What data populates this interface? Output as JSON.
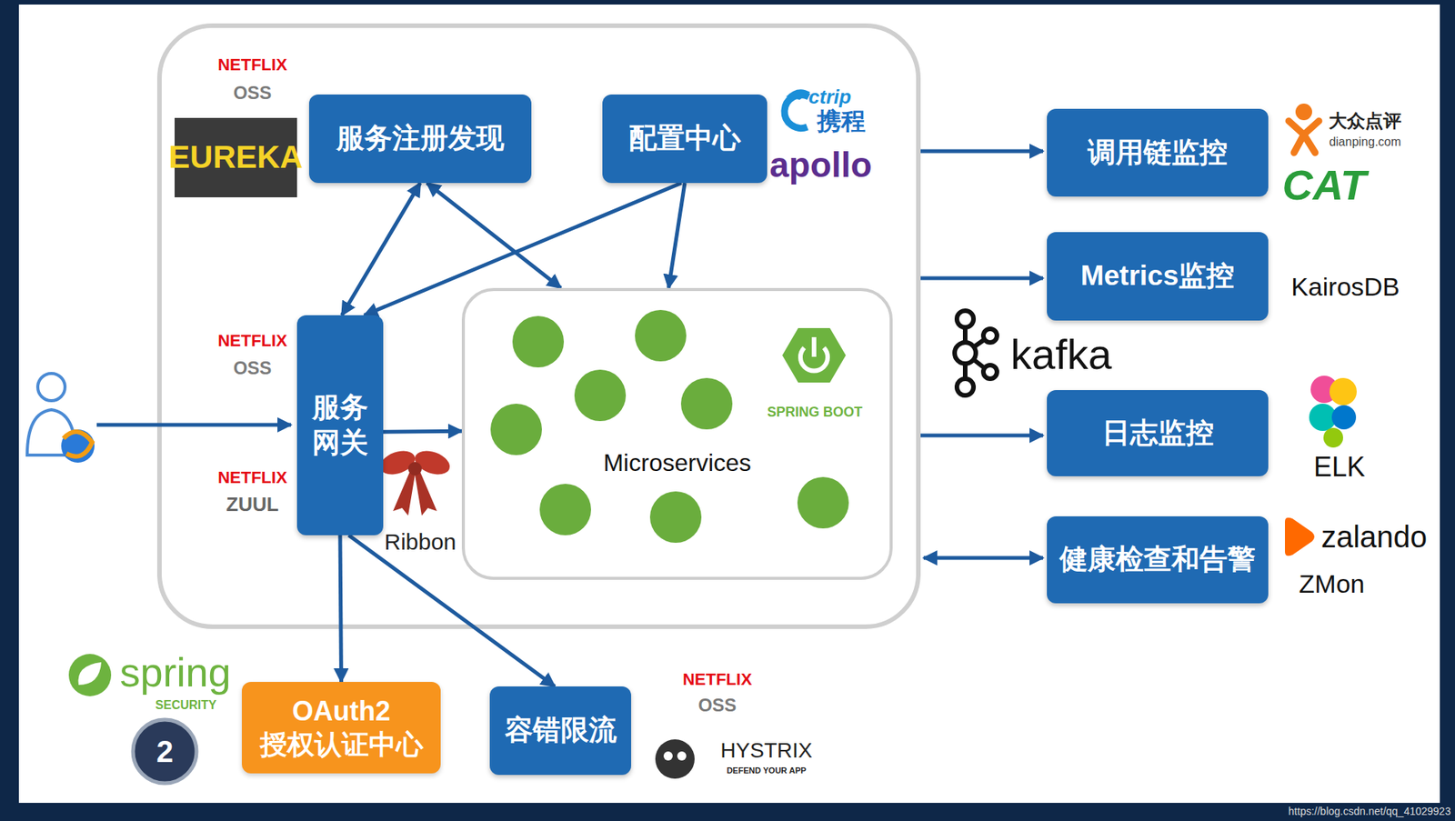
{
  "diagram": {
    "nodes": [
      {
        "text": [
          "服务注册发现"
        ]
      },
      {
        "text": [
          "配置中心"
        ]
      },
      {
        "text": [
          "服务网关"
        ]
      },
      {
        "text": [
          "Microservices"
        ]
      },
      {
        "text": [
          "OAuth2 授权认证中心"
        ]
      },
      {
        "text": [
          "容错限流"
        ]
      },
      {
        "text": [
          "调用链监控"
        ]
      },
      {
        "text": [
          "Metrics监控"
        ]
      },
      {
        "text": [
          "日志监控"
        ]
      },
      {
        "text": [
          "健康检查和告警"
        ]
      }
    ],
    "edges": [
      {
        "from": 2,
        "to": 0,
        "arrow": "both"
      },
      {
        "from": 0,
        "to": 3,
        "arrow": "both"
      },
      {
        "from": 1,
        "to": 2,
        "arrow": "to"
      },
      {
        "from": 1,
        "to": 3,
        "arrow": "to"
      },
      {
        "from": 2,
        "to": 3,
        "arrow": "to"
      },
      {
        "from": 2,
        "to": 4,
        "arrow": "to"
      },
      {
        "from": 2,
        "to": 5,
        "arrow": "to"
      }
    ],
    "labels": [
      "NETFLIX",
      "OSS",
      "EUREKA",
      "ctrip",
      "携程",
      "apollo",
      "NETFLIX",
      "OSS",
      "NETFLIX",
      "ZUUL",
      "Ribbon",
      "SPRING BOOT",
      "kafka",
      "大众点评",
      "dianping.com",
      "CAT",
      "KairosDB",
      "ELK",
      "zalando",
      "ZMon",
      "spring",
      "SECURITY",
      "2",
      "NETFLIX",
      "OSS",
      "HYSTRIX",
      "DEFEND YOUR APP",
      "https://blog.csdn.net/qq_41029923"
    ]
  }
}
